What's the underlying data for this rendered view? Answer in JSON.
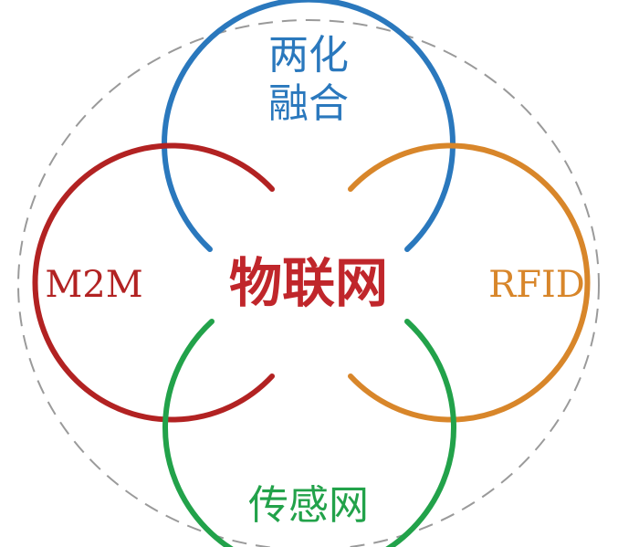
{
  "colors": {
    "outline": "#9a9a9a",
    "blue": "#2a78bd",
    "red": "#b22222",
    "orange": "#d8862a",
    "green": "#22a24a",
    "center": "#c0262b"
  },
  "labels": {
    "center": "物联网",
    "top_line1": "两化",
    "top_line2": "融合",
    "left": "M2M",
    "right": "RFID",
    "bottom": "传感网"
  }
}
